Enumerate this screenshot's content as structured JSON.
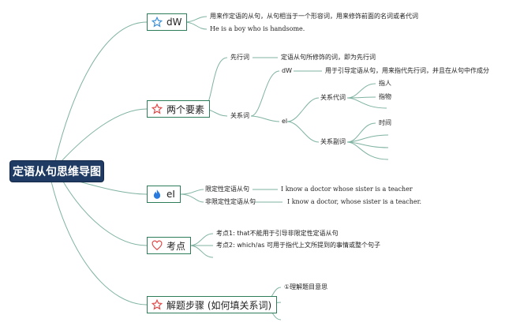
{
  "root": {
    "label": "定语从句思维导图"
  },
  "nodes": {
    "dw": {
      "label": "dW",
      "line1": "用来作定语的从句，从句相当于一个形容词，用来修饰前面的名词或者代词",
      "line2": "He is a boy who is handsome."
    },
    "two_elements": {
      "label": "两个要素",
      "antecedent": {
        "label": "先行词",
        "desc": "定语从句所修饰的词，即为先行词"
      },
      "relative": {
        "label": "关系词",
        "dw": {
          "label": "dW",
          "desc": "用于引导定语从句，用来指代先行词，并且在从句中作成分"
        },
        "el": {
          "label": "el",
          "pronoun": {
            "label": "关系代词",
            "items": [
              "指人",
              "指物"
            ]
          },
          "adverb": {
            "label": "关系副词",
            "items": [
              "时间"
            ]
          }
        }
      }
    },
    "el": {
      "label": "eI",
      "restrictive": {
        "label": "限定性定语从句",
        "example": "I know a doctor whose sister is a teacher"
      },
      "nonrestrictive": {
        "label": "非限定性定语从句",
        "example": "I know a doctor, whose sister is a teacher."
      }
    },
    "exam": {
      "label": "考点",
      "point1": "考点1: that不能用于引导非限定性定语从句",
      "point2": "考点2: which/as 可用于指代上文所提到的事情或整个句子"
    },
    "steps": {
      "label": "解题步骤 (如何填关系词)",
      "step1": "①理解题目意思"
    }
  },
  "colors": {
    "root_bg": "#1f3b63",
    "line": "#7fb3a0",
    "box_border": "#2e7d5a",
    "star_outline": "#e04848",
    "star_blue": "#3a8fd8",
    "flame": "#2a7be0",
    "heart": "#e04848"
  },
  "icons": {
    "dw": "star-outline-blue-icon",
    "two_elements": "star-outline-red-icon",
    "el": "flame-icon",
    "exam": "heart-icon",
    "steps": "star-outline-red-icon"
  }
}
